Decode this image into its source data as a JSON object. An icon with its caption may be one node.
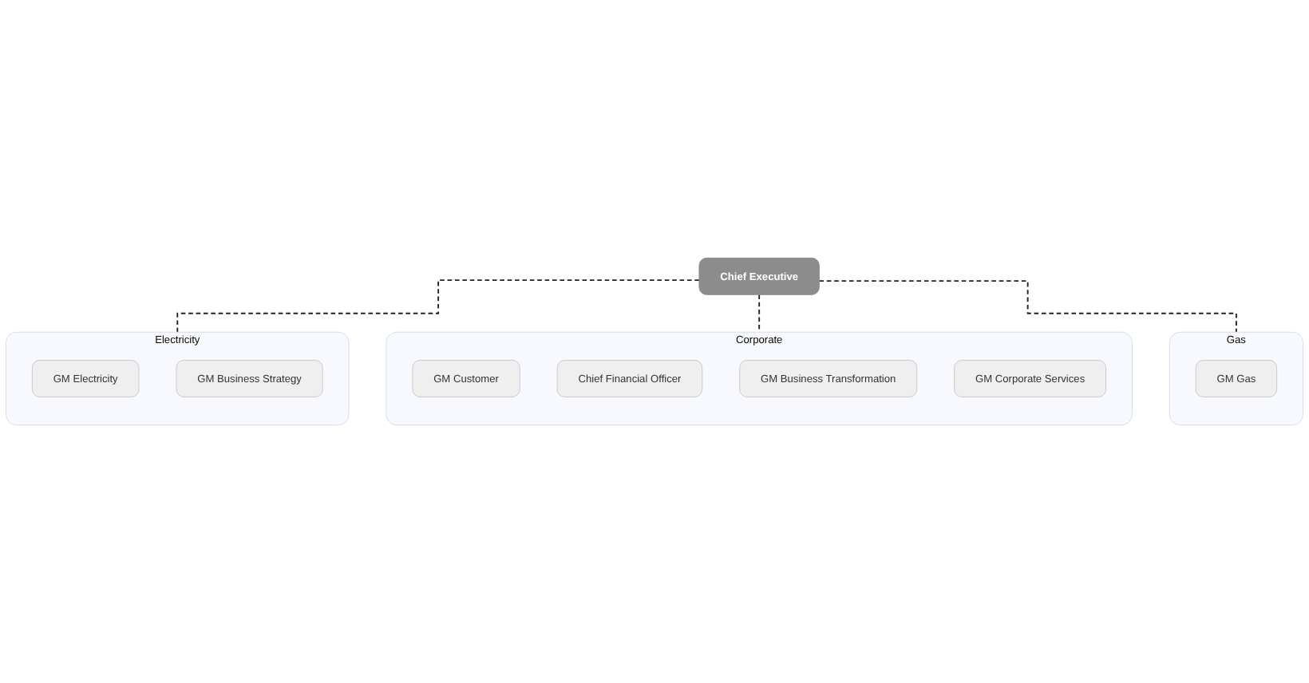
{
  "diagram": {
    "nodes": [
      {
        "text": [
          "Chief Executive"
        ]
      },
      {
        "text": [
          "Electricity"
        ]
      },
      {
        "text": [
          "GM Electricity"
        ],
        "in": 1
      },
      {
        "text": [
          "GM Business Strategy"
        ],
        "in": 1
      },
      {
        "text": [
          "Corporate"
        ]
      },
      {
        "text": [
          "GM Customer"
        ],
        "in": 4
      },
      {
        "text": [
          "Chief Financial Officer"
        ],
        "in": 4
      },
      {
        "text": [
          "GM Business Transformation"
        ],
        "in": 4
      },
      {
        "text": [
          "GM Corporate Services"
        ],
        "in": 4
      },
      {
        "text": [
          "Gas"
        ]
      },
      {
        "text": [
          "GM Gas"
        ],
        "in": 9
      }
    ],
    "edges": [
      {
        "from": 0,
        "to": 1,
        "arrow": "none",
        "style": "dashed"
      },
      {
        "from": 0,
        "to": 4,
        "arrow": "none",
        "style": "dashed"
      },
      {
        "from": 0,
        "to": 9,
        "arrow": "none",
        "style": "dashed"
      }
    ]
  }
}
